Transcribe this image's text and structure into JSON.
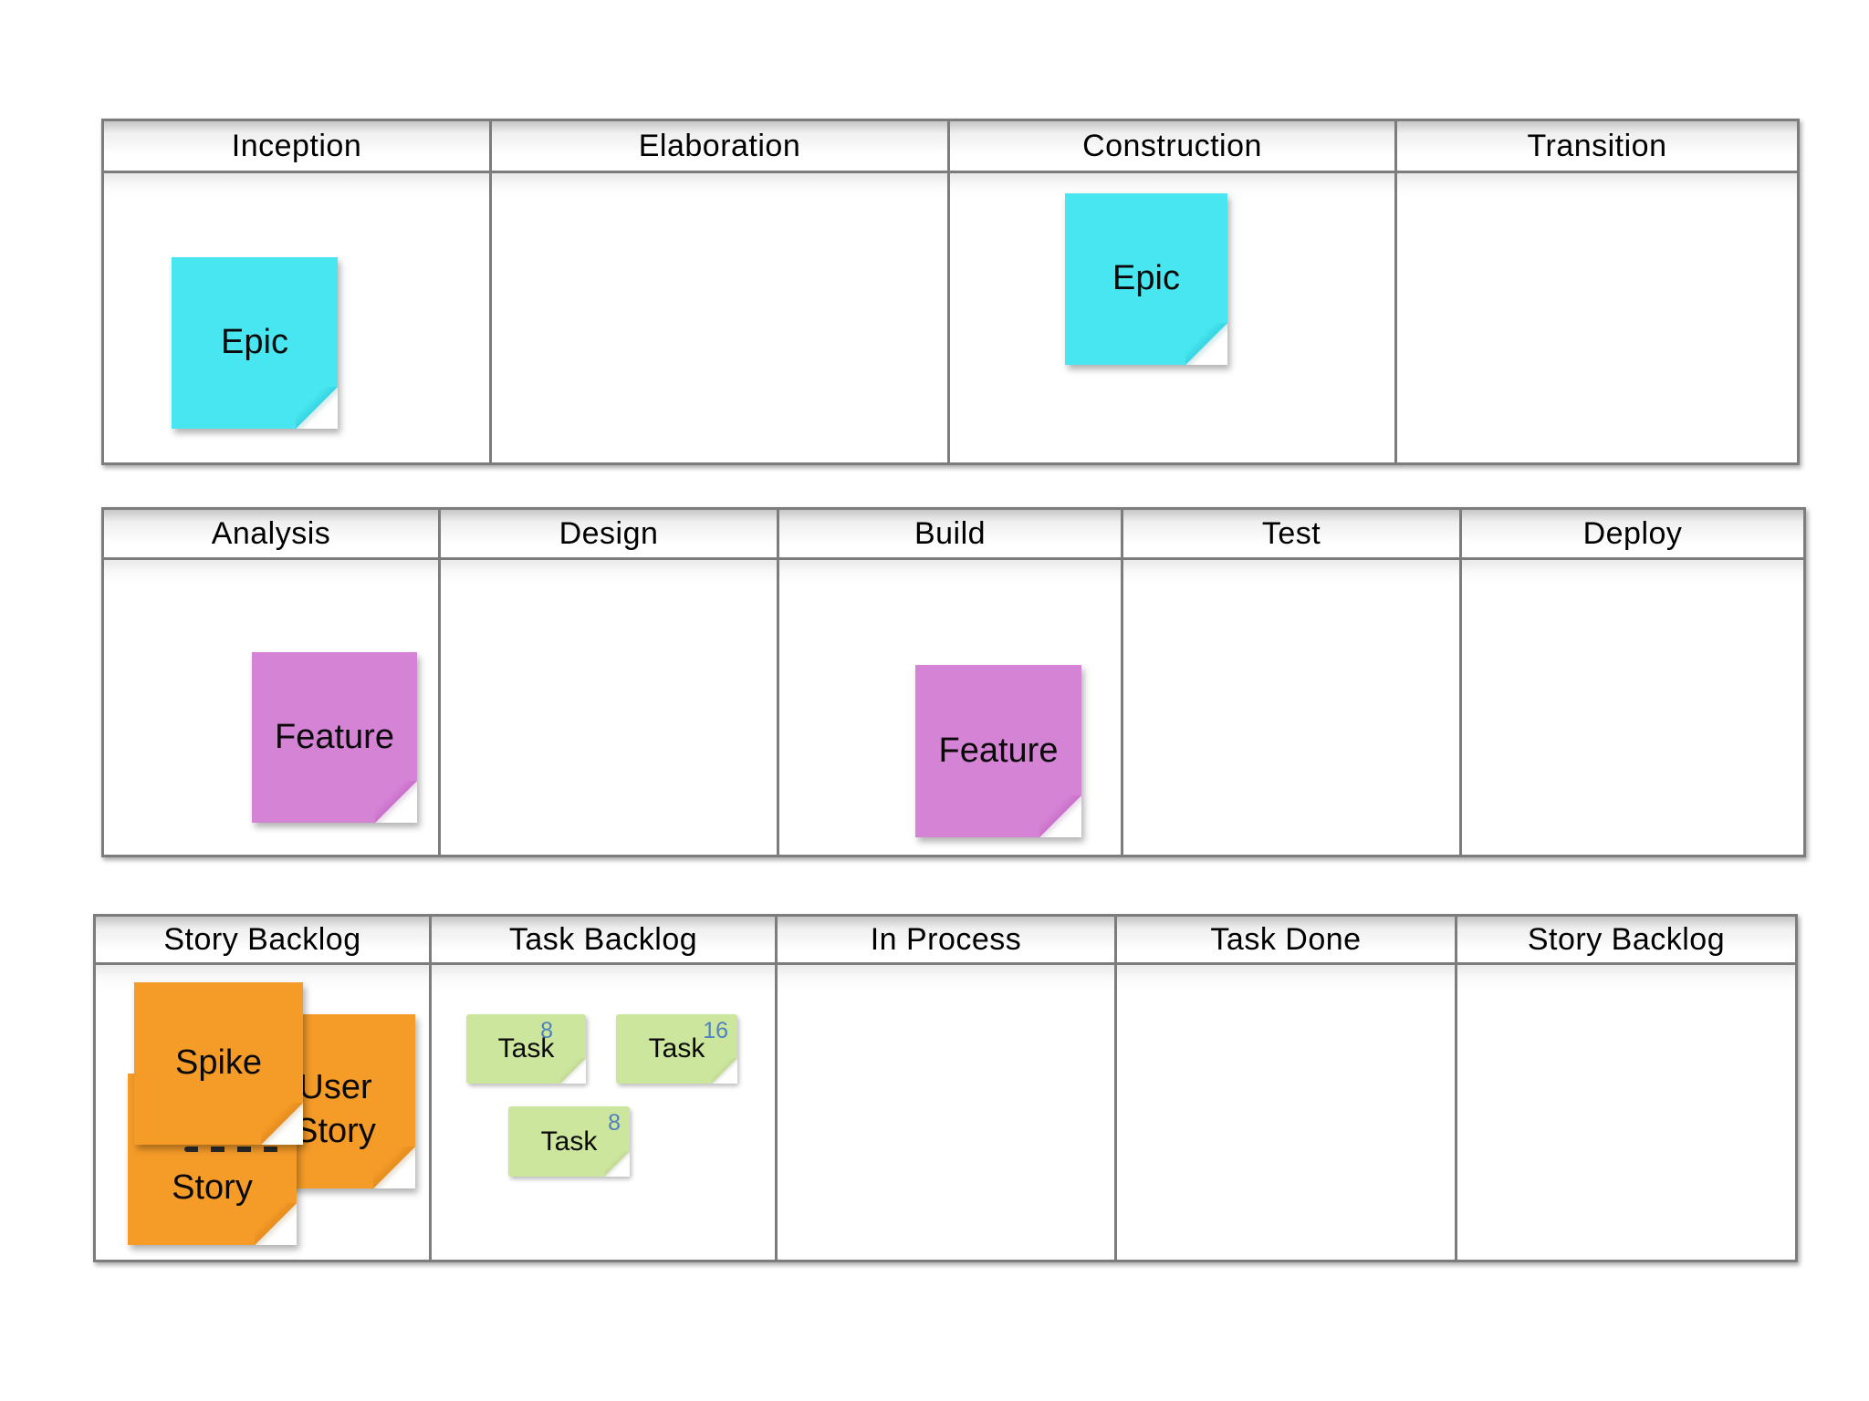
{
  "tables": [
    {
      "id": "phases",
      "columns": [
        "Inception",
        "Elaboration",
        "Construction",
        "Transition"
      ]
    },
    {
      "id": "disciplines",
      "columns": [
        "Analysis",
        "Design",
        "Build",
        "Test",
        "Deploy"
      ]
    },
    {
      "id": "kanban",
      "columns": [
        "Story Backlog",
        "Task Backlog",
        "In Process",
        "Task Done",
        "Story Backlog"
      ]
    }
  ],
  "notes": {
    "epic_inception": {
      "label": "Epic",
      "color": "#47e6f0",
      "column": "Inception"
    },
    "epic_construction": {
      "label": "Epic",
      "color": "#47e6f0",
      "column": "Construction"
    },
    "feature_analysis": {
      "label": "Feature",
      "color": "#d583d5",
      "column": "Analysis"
    },
    "feature_build": {
      "label": "Feature",
      "color": "#d583d5",
      "column": "Build"
    },
    "spike": {
      "label": "Spike",
      "color": "#f49b28",
      "column": "Story Backlog"
    },
    "story": {
      "label": "Story",
      "color": "#f49b28",
      "column": "Story Backlog"
    },
    "user_story": {
      "label": "User Story",
      "color": "#f49b28",
      "column": "Story Backlog"
    },
    "task_a": {
      "label": "Task",
      "points": "8",
      "color": "#cde69e",
      "column": "Task Backlog"
    },
    "task_b": {
      "label": "Task",
      "points": "16",
      "color": "#cde69e",
      "column": "Task Backlog"
    },
    "task_c": {
      "label": "Task",
      "points": "8",
      "color": "#cde69e",
      "column": "Task Backlog"
    }
  },
  "colors": {
    "task_points_text": "#4f81bd",
    "table_border": "#7c7c7c",
    "background": "#ffffff",
    "text": "#000000"
  }
}
